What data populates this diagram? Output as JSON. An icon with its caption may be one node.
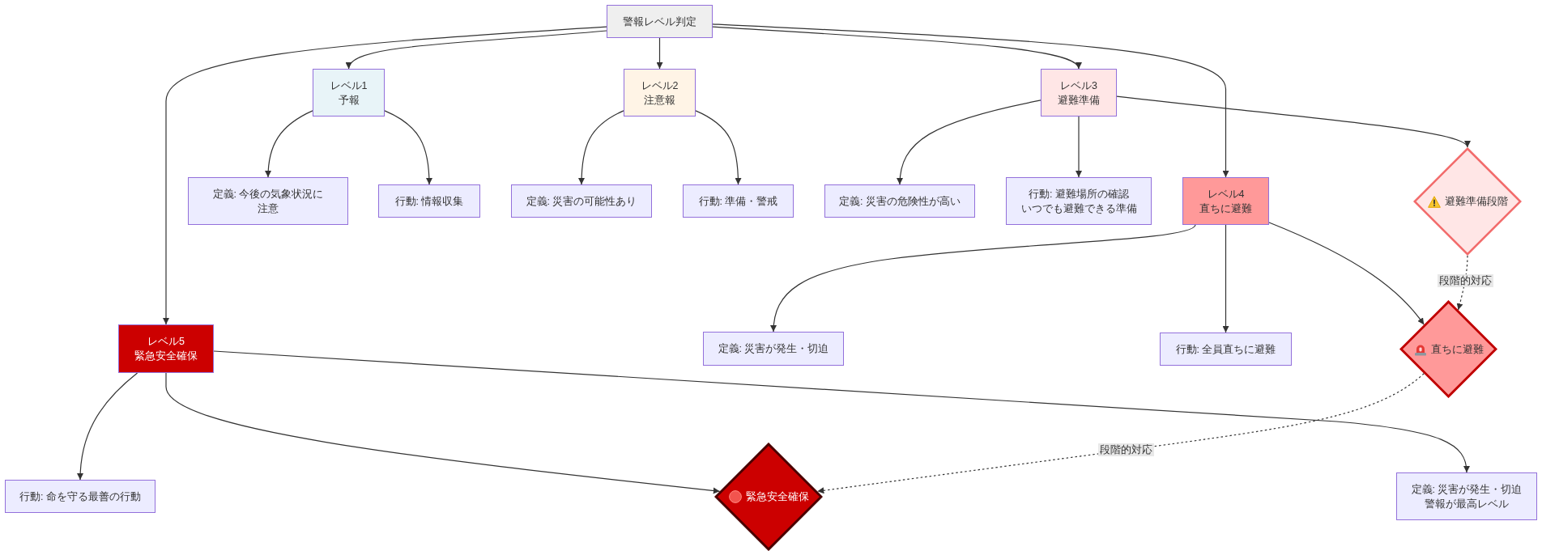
{
  "diagram": {
    "nodes": [
      {
        "text": [
          "警報レベル判定"
        ]
      },
      {
        "text": [
          "レベル1",
          "予報"
        ]
      },
      {
        "text": [
          "レベル2",
          "注意報"
        ]
      },
      {
        "text": [
          "レベル3",
          "避難準備"
        ]
      },
      {
        "text": [
          "定義: 今後の気象状況に注意"
        ]
      },
      {
        "text": [
          "行動: 情報収集"
        ]
      },
      {
        "text": [
          "定義: 災害の可能性あり"
        ]
      },
      {
        "text": [
          "行動: 準備・警戒"
        ]
      },
      {
        "text": [
          "定義: 災害の危険性が高い"
        ]
      },
      {
        "text": [
          "行動: 避難場所の確認",
          "いつでも避難できる準備"
        ]
      },
      {
        "text": [
          "レベル4",
          "直ちに避難"
        ]
      },
      {
        "text": [
          "避難準備段階"
        ]
      },
      {
        "text": [
          "レベル5",
          "緊急安全確保"
        ]
      },
      {
        "text": [
          "定義: 災害が発生・切迫"
        ]
      },
      {
        "text": [
          "行動: 全員直ちに避難"
        ]
      },
      {
        "text": [
          "直ちに避難"
        ]
      },
      {
        "text": [
          "行動: 命を守る最善の行動"
        ]
      },
      {
        "text": [
          "緊急安全確保"
        ]
      },
      {
        "text": [
          "定義: 災害が発生・切迫",
          "警報が最高レベル"
        ]
      }
    ],
    "edges": [
      {
        "from": 0,
        "to": 1,
        "arrow": "to"
      },
      {
        "from": 0,
        "to": 2,
        "arrow": "to"
      },
      {
        "from": 0,
        "to": 3,
        "arrow": "to"
      },
      {
        "from": 0,
        "to": 10,
        "arrow": "to"
      },
      {
        "from": 0,
        "to": 12,
        "arrow": "to"
      },
      {
        "from": 1,
        "to": 4,
        "arrow": "to"
      },
      {
        "from": 1,
        "to": 5,
        "arrow": "to"
      },
      {
        "from": 2,
        "to": 6,
        "arrow": "to"
      },
      {
        "from": 2,
        "to": 7,
        "arrow": "to"
      },
      {
        "from": 3,
        "to": 8,
        "arrow": "to"
      },
      {
        "from": 3,
        "to": 9,
        "arrow": "to"
      },
      {
        "from": 10,
        "to": 13,
        "arrow": "to"
      },
      {
        "from": 10,
        "to": 14,
        "arrow": "to"
      },
      {
        "from": 12,
        "to": 18,
        "arrow": "to"
      },
      {
        "from": 12,
        "to": 16,
        "arrow": "to"
      },
      {
        "from": 3,
        "to": 11,
        "arrow": "to"
      },
      {
        "from": 10,
        "to": 15,
        "arrow": "to"
      },
      {
        "from": 12,
        "to": 17,
        "arrow": "to"
      },
      {
        "from": 11,
        "to": 15,
        "arrow": "to",
        "label": "段階的対応",
        "style": "dashed"
      },
      {
        "from": 15,
        "to": 17,
        "arrow": "to",
        "label": "段階的対応",
        "style": "dashed"
      }
    ]
  }
}
